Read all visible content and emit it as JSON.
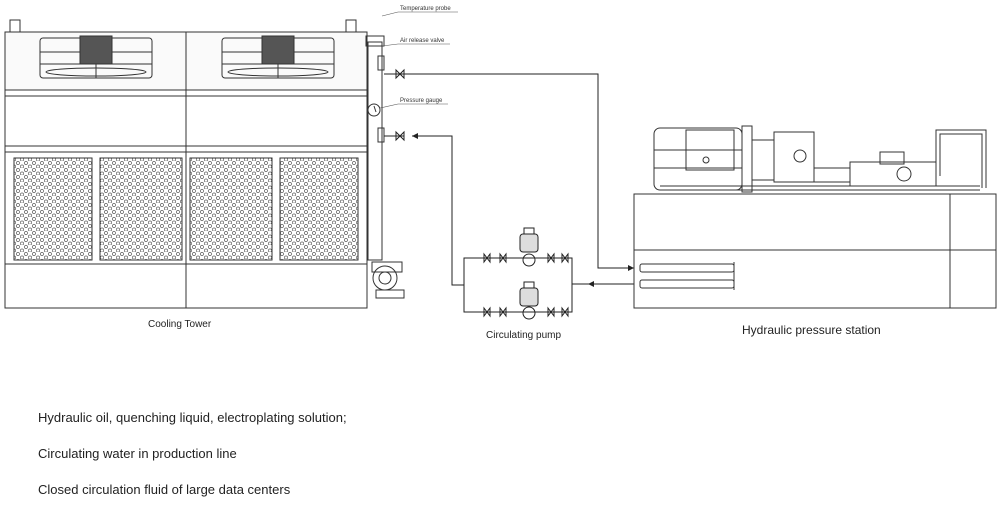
{
  "labels": {
    "temperature_probe": "Temperature probe",
    "air_release_valve": "Air release valve",
    "pressure_gauge": "Pressure gauge",
    "cooling_tower": "Cooling Tower",
    "circulating_pump": "Circulating pump",
    "hydraulic_station": "Hydraulic pressure station"
  },
  "notes": [
    "Hydraulic oil, quenching liquid, electroplating solution;",
    "Circulating water in production line",
    "Closed circulation fluid of large data centers"
  ]
}
